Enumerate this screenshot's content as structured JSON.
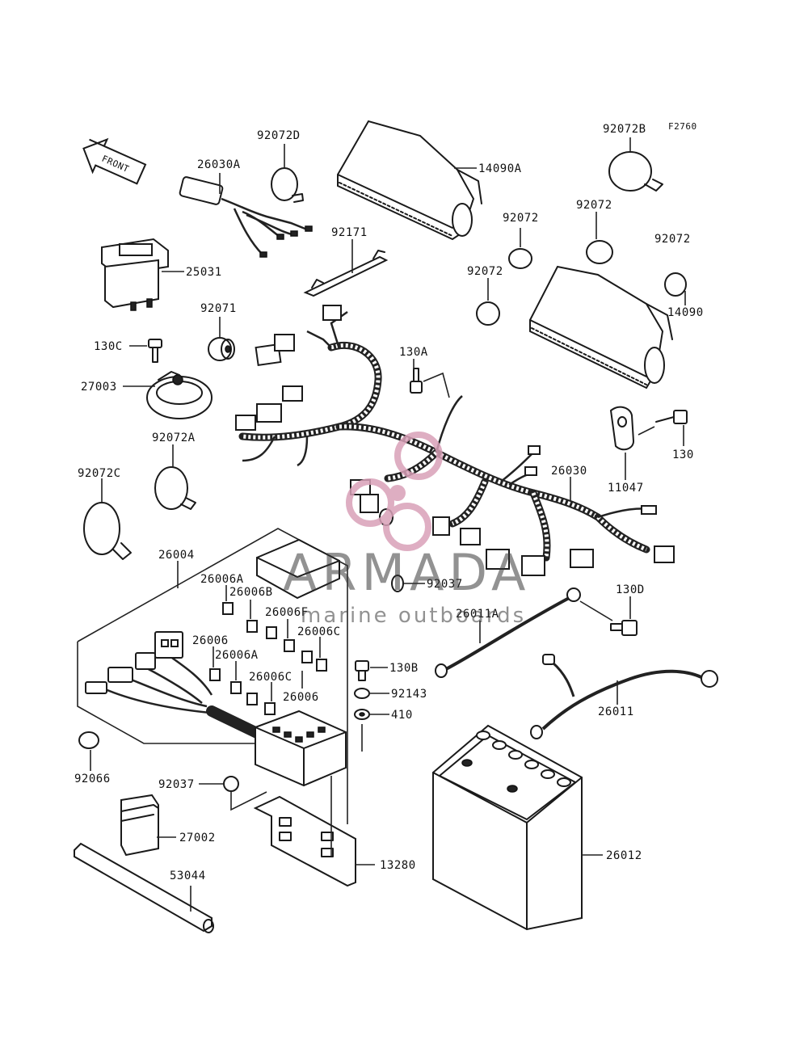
{
  "figure_code": "F2760",
  "front_label": "FRONT",
  "labels": {
    "p92072D": "92072D",
    "p26030A": "26030A",
    "p14090A": "14090A",
    "p92072B": "92072B",
    "p92072_a": "92072",
    "p92072_b": "92072",
    "p92072_c": "92072",
    "p92072_d": "92072",
    "p14090": "14090",
    "p92171": "92171",
    "p25031": "25031",
    "p92071": "92071",
    "p130C": "130C",
    "p130A": "130A",
    "p27003": "27003",
    "p11047": "11047",
    "p130": "130",
    "p92072A": "92072A",
    "p92072C": "92072C",
    "p26030": "26030",
    "p26004": "26004",
    "p26006A_1": "26006A",
    "p26006B": "26006B",
    "p26006F": "26006F",
    "p26006C_1": "26006C",
    "p26006_1": "26006",
    "p26006A_2": "26006A",
    "p26006C_2": "26006C",
    "p26006_2": "26006",
    "p92037_1": "92037",
    "p130D": "130D",
    "p26011A": "26011A",
    "p130B": "130B",
    "p92143": "92143",
    "p410": "410",
    "p26011": "26011",
    "p92066": "92066",
    "p92037_2": "92037",
    "p27002": "27002",
    "p26012": "26012",
    "p13280": "13280",
    "p53044": "53044"
  },
  "watermark": {
    "brand": "ARMADA",
    "tagline": "marine outboards",
    "logo_color": "#d9a0b8"
  }
}
